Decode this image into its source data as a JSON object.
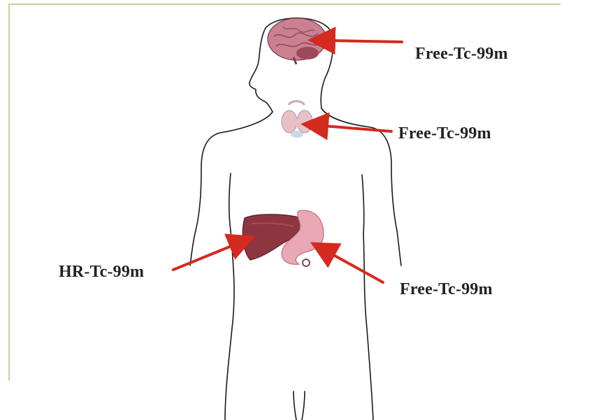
{
  "labels": {
    "brain": "Free-Tc-99m",
    "thyroid": "Free-Tc-99m",
    "liver": "HR-Tc-99m",
    "stomach": "Free-Tc-99m"
  },
  "colors": {
    "arrow": "#d42a1f",
    "outline": "#1a1a1a",
    "brain": "#c98090",
    "thyroid": "#e8c0c8",
    "liver": "#8e3640",
    "stomach": "#e8a8b4"
  }
}
